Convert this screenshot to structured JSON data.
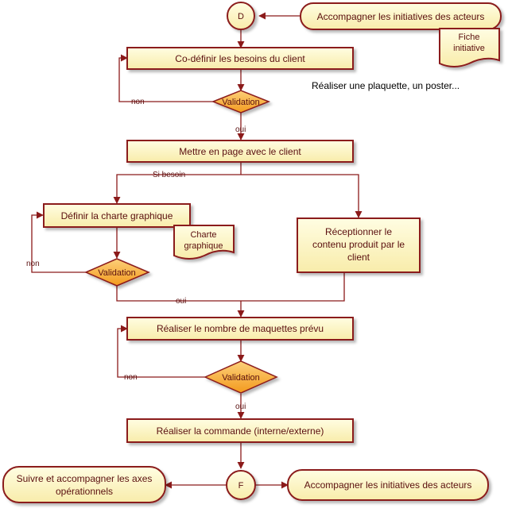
{
  "diagram": {
    "start_terminal": "D",
    "end_terminal": "F",
    "top_action": "Accompagner les initiatives des acteurs",
    "doc_fiche": [
      "Fiche",
      "initiative"
    ],
    "step1": "Co-définir les besoins du client",
    "decision1": "Validation",
    "note": "Réaliser une plaquette, un poster...",
    "step2": "Mettre en page avec le client",
    "step3": "Définir la charte graphique",
    "doc_charte": [
      "Charte",
      "graphique"
    ],
    "decision2": "Validation",
    "step4": [
      "Réceptionner le",
      "contenu produit par le",
      "client"
    ],
    "step5": "Réaliser le nombre de maquettes prévu",
    "decision3": "Validation",
    "step6": "Réaliser la commande (interne/externe)",
    "bottom_left": [
      "Suivre et accompagner les axes",
      "opérationnels"
    ],
    "bottom_right": "Accompagner les initiatives des acteurs",
    "edge_labels": {
      "non1": "non",
      "oui1": "oui",
      "si_besoin": "Si besoin",
      "non2": "non",
      "oui2": "oui",
      "non3": "non",
      "oui3": "oui"
    }
  },
  "colors": {
    "box_fill": "#fdf7c3",
    "box_stroke": "#8b1a1a",
    "diamond_fill": "#f7a734",
    "text": "#5a0f0f",
    "line": "#8b1a1a"
  }
}
